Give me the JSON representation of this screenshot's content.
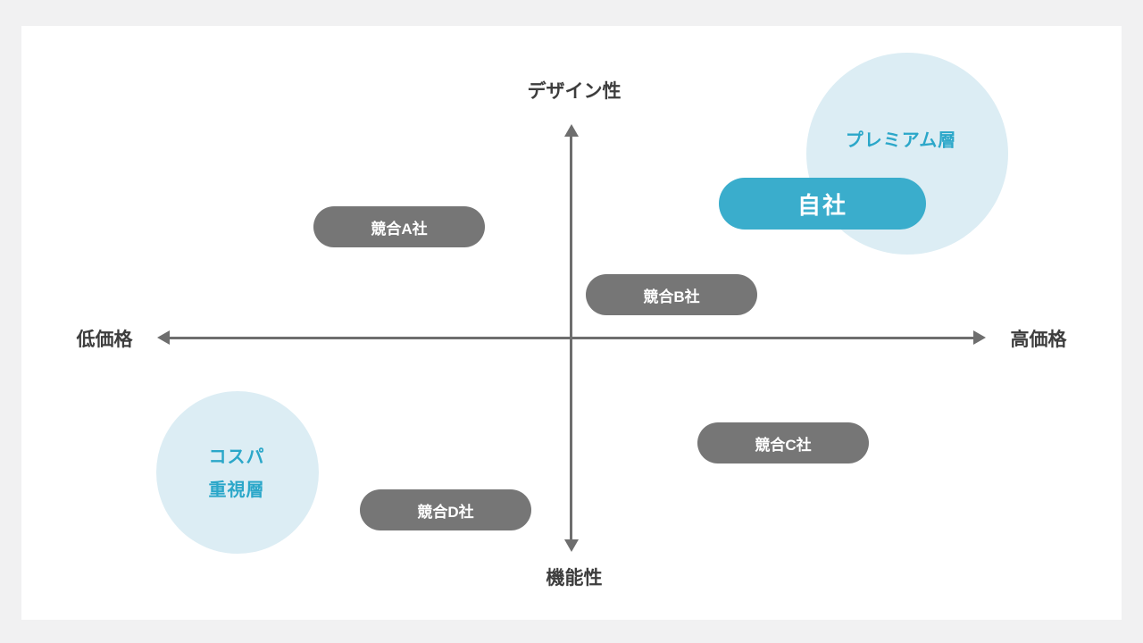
{
  "axes": {
    "top_label": "デザイン性",
    "bottom_label": "機能性",
    "left_label": "低価格",
    "right_label": "高価格"
  },
  "segments": [
    {
      "name": "premium",
      "label": "プレミアム層",
      "position": "top-right"
    },
    {
      "name": "cost-performance",
      "label_lines": [
        "コスパ",
        "重視層"
      ],
      "position": "bottom-left"
    }
  ],
  "entities": {
    "self": {
      "label": "自社",
      "quadrant": "top-right"
    },
    "competitors": [
      {
        "label": "競合A社",
        "quadrant": "top-left"
      },
      {
        "label": "競合B社",
        "quadrant": "top-right-near-center"
      },
      {
        "label": "競合C社",
        "quadrant": "bottom-right"
      },
      {
        "label": "競合D社",
        "quadrant": "bottom-left"
      }
    ]
  },
  "colors": {
    "background": "#f1f1f2",
    "card": "#ffffff",
    "axis": "#6e6e6e",
    "axis_text": "#3d3d3d",
    "competitor_pill": "#767676",
    "self_pill": "#3aadcc",
    "segment_circle": "#dcedf4",
    "segment_text": "#2ba7c9",
    "pill_text": "#ffffff"
  },
  "chart_data": {
    "type": "scatter",
    "title": "",
    "x_axis": {
      "negative_label": "低価格",
      "positive_label": "高価格",
      "range": [
        -1,
        1
      ]
    },
    "y_axis": {
      "positive_label": "デザイン性",
      "negative_label": "機能性",
      "range": [
        -1,
        1
      ]
    },
    "points": [
      {
        "label": "自社",
        "x": 0.61,
        "y": 0.63,
        "style": "self"
      },
      {
        "label": "競合A社",
        "x": -0.42,
        "y": 0.52,
        "style": "competitor"
      },
      {
        "label": "競合B社",
        "x": 0.24,
        "y": 0.2,
        "style": "competitor"
      },
      {
        "label": "競合C社",
        "x": 0.51,
        "y": -0.49,
        "style": "competitor"
      },
      {
        "label": "競合D社",
        "x": -0.3,
        "y": -0.81,
        "style": "competitor"
      }
    ],
    "zones": [
      {
        "label": "プレミアム層",
        "x": 0.81,
        "y": 0.87
      },
      {
        "label": "コスパ重視層",
        "x": -0.81,
        "y": -0.63
      }
    ],
    "grid": false,
    "legend": false
  }
}
